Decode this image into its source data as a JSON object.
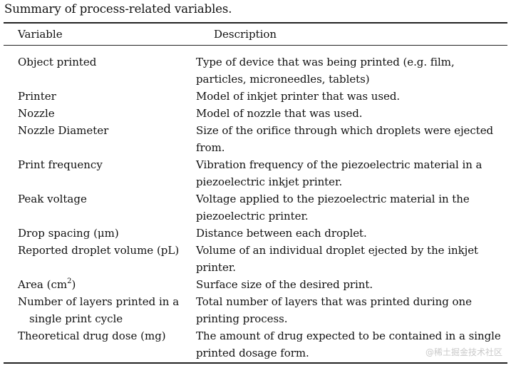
{
  "caption": "Summary of process-related variables.",
  "table": {
    "headers": {
      "variable": "Variable",
      "description": "Description"
    },
    "rows": [
      {
        "variable": "Object printed",
        "description": "Type of device that was being printed (e.g. film, particles, microneedles, tablets)"
      },
      {
        "variable": "Printer",
        "description": "Model of inkjet printer that was used."
      },
      {
        "variable": "Nozzle",
        "description": "Model of nozzle that was used."
      },
      {
        "variable": "Nozzle Diameter",
        "description": "Size of the orifice through which droplets were ejected from."
      },
      {
        "variable": "Print frequency",
        "description": "Vibration frequency of the piezoelectric material in a piezoelectric inkjet printer."
      },
      {
        "variable": "Peak voltage",
        "description": "Voltage applied to the piezoelectric material in the piezoelectric printer."
      },
      {
        "variable": "Drop spacing (μm)",
        "description": "Distance between each droplet."
      },
      {
        "variable": "Reported droplet volume (pL)",
        "description": "Volume of an individual droplet ejected by the inkjet printer."
      },
      {
        "variable": "Area (cm",
        "variable_sup": "2",
        "variable_tail": ")",
        "description": "Surface size of the desired print."
      },
      {
        "variable": "Number of layers printed in a single print cycle",
        "description": "Total number of layers that was printed during one printing process."
      },
      {
        "variable": "Theoretical drug dose (mg)",
        "description": "The amount of drug expected to be contained in a single printed dosage form."
      }
    ]
  },
  "watermark": "@稀土掘金技术社区"
}
